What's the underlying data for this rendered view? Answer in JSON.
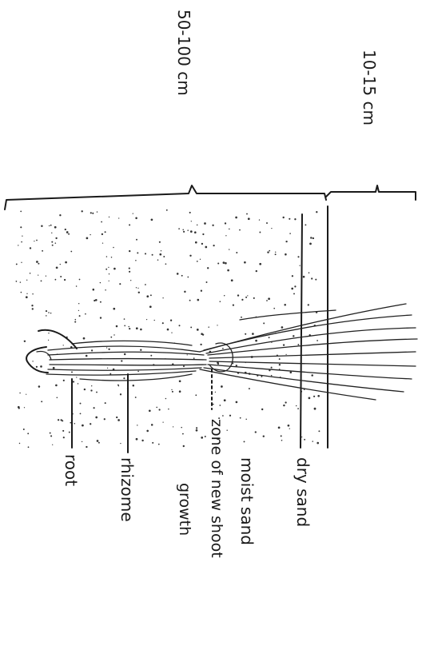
{
  "diagram": {
    "depth_labels": {
      "surface_dry_layer": "10-15 cm",
      "moist_layer": "50-100 cm"
    },
    "layer_labels": {
      "dry_sand": "dry sand",
      "moist_sand": "moist sand"
    },
    "part_labels": {
      "zone_of_new_shoot_growth": [
        "zone of new shoot",
        "growth"
      ],
      "rhizome": "rhizome",
      "root": "root"
    }
  }
}
